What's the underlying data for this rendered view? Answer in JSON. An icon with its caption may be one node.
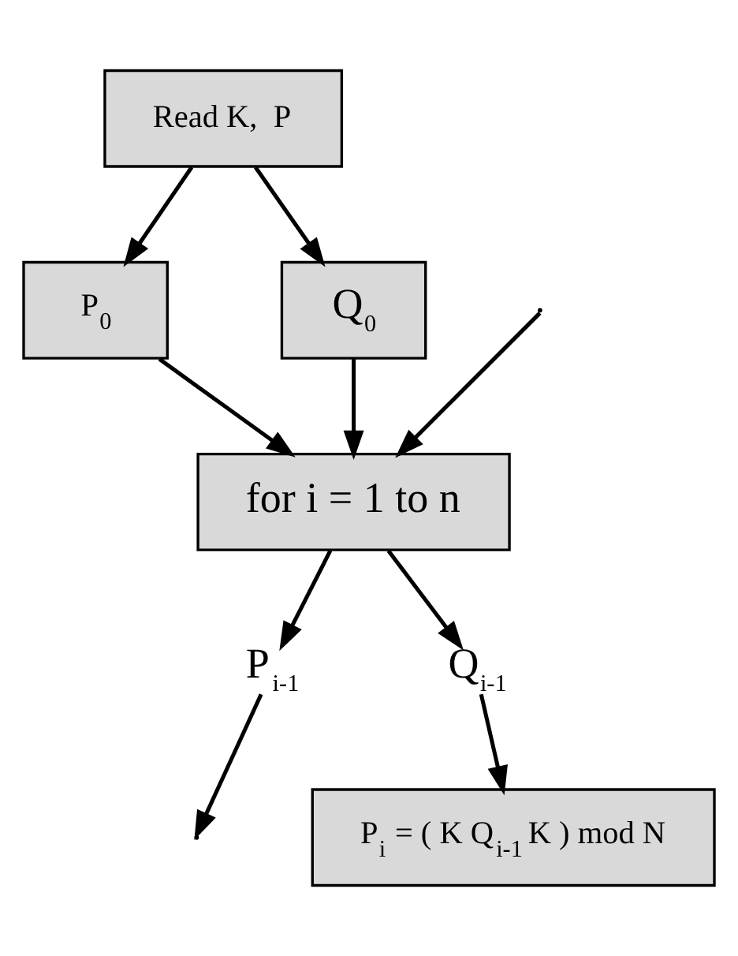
{
  "diagram": {
    "nodes": [
      {
        "text": [
          "Read K,  P"
        ]
      },
      {
        "text": [
          "P$_{0}$"
        ]
      },
      {
        "text": [
          "Q$_{0}$"
        ]
      },
      {
        "text": [
          "for i = 1 to n"
        ]
      },
      {
        "text": [
          "P$_{i-1}$"
        ]
      },
      {
        "text": [
          "Q$_{i-1}$"
        ]
      },
      {
        "text": [
          "P$_{i}$ = ( K Q$_{i-1}$ K ) mod N"
        ]
      }
    ],
    "edges": [
      {
        "from": 0,
        "to": 1,
        "arrow": "to"
      },
      {
        "from": 0,
        "to": 2,
        "arrow": "to"
      },
      {
        "from": 1,
        "to": 3,
        "arrow": "to"
      },
      {
        "from": 2,
        "to": 3,
        "arrow": "to"
      },
      {
        "from": null,
        "to": 3,
        "arrow": "to"
      },
      {
        "from": 3,
        "to": 4,
        "arrow": "to"
      },
      {
        "from": 3,
        "to": 5,
        "arrow": "to"
      },
      {
        "from": 5,
        "to": 6,
        "arrow": "to"
      },
      {
        "from": 4,
        "to": null,
        "arrow": "to"
      }
    ]
  }
}
